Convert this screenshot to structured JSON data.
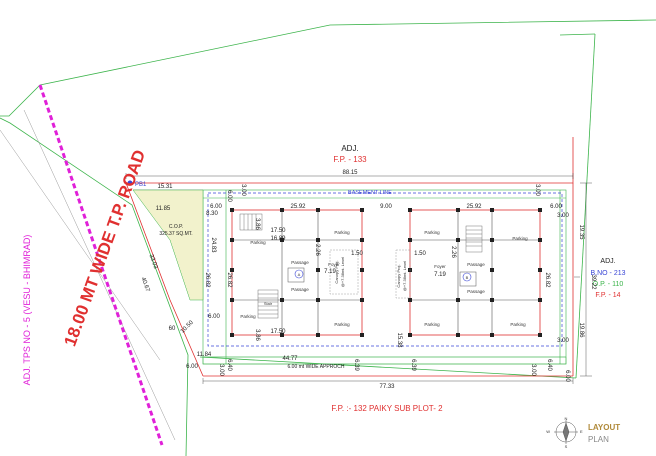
{
  "labels": {
    "road": "18.00 MT WIDE T.P. ROAD",
    "tps": "ADJ. TPS NO - 5 (VESU - BHIMRAD)",
    "adj_top": "ADJ.",
    "fp_top": "F.P. - 133",
    "adj_right": "ADJ.",
    "bno": "B.NO - 213",
    "op": "O.P. - 110",
    "fp_right": "F.P. - 14",
    "bottom": "F.P. :- 132 PAIKY SUB PLOT- 2",
    "basement": "BASEMENT LINE",
    "approach": "6.00 mt WIDE APPROCH",
    "cop": "C.O.P.",
    "cop_area": "325.37 SQ.MT.",
    "pb": "PB1",
    "layout": "LAYOUT",
    "plan": "PLAN",
    "north": "N",
    "south": "S",
    "east": "E",
    "west": "W"
  },
  "dimensions": {
    "top_width": "88.15",
    "d1531": "15.31",
    "d1185": "11.85",
    "d830": "8.30",
    "d2483": "24.83",
    "d3303": "33.03",
    "d4067": "40.67",
    "d2592a": "25.92",
    "d900": "9.00",
    "d2592b": "25.92",
    "d1750a": "17.50",
    "d1689": "16.89",
    "d226a": "2.26",
    "d150a": "1.50",
    "d150b": "1.50",
    "d226b": "2.26",
    "d719a": "7.19",
    "d719b": "7.19",
    "d2682a": "26.82",
    "d2682b": "26.82",
    "d2682c": "26.82",
    "d386a": "3.86",
    "d386b": "3.86",
    "d1750b": "17.50",
    "d1538": "15.38",
    "d1935": "19.35",
    "d3922": "39.22",
    "d1986": "19.86",
    "d4477": "44.77",
    "d7733": "77.33",
    "d1184": "11.84",
    "d1050": "10.50",
    "d600_1": "6.00",
    "d600_2": "6.00",
    "d600_3": "6.00",
    "d600_4": "6.00",
    "d600_5": "6.00",
    "d600_6": "6.00",
    "d300_1": "3.00",
    "d300_2": "3.00",
    "d300_3": "3.00",
    "d300_4": "3.00",
    "d300_5": "3.00",
    "d300_6": "3.00",
    "d640_1": "6.40",
    "d639_1": "6.39",
    "d639_2": "6.39",
    "d640_2": "6.40",
    "d60": "60"
  },
  "rooms": {
    "parking": "Parking",
    "passage": "Passage",
    "foyer": "Foyer",
    "canopy": "Canopy Proj.",
    "canopy_level": "@+7.38mt. Level",
    "stair": "Stair",
    "lift_a": "A",
    "lift_b": "B"
  },
  "colors": {
    "green_line": "#3cb44b",
    "red_line": "#e03030",
    "blue_dash": "#3a46d6",
    "road_magenta": "#e020d8",
    "grey_wall": "#555555"
  }
}
